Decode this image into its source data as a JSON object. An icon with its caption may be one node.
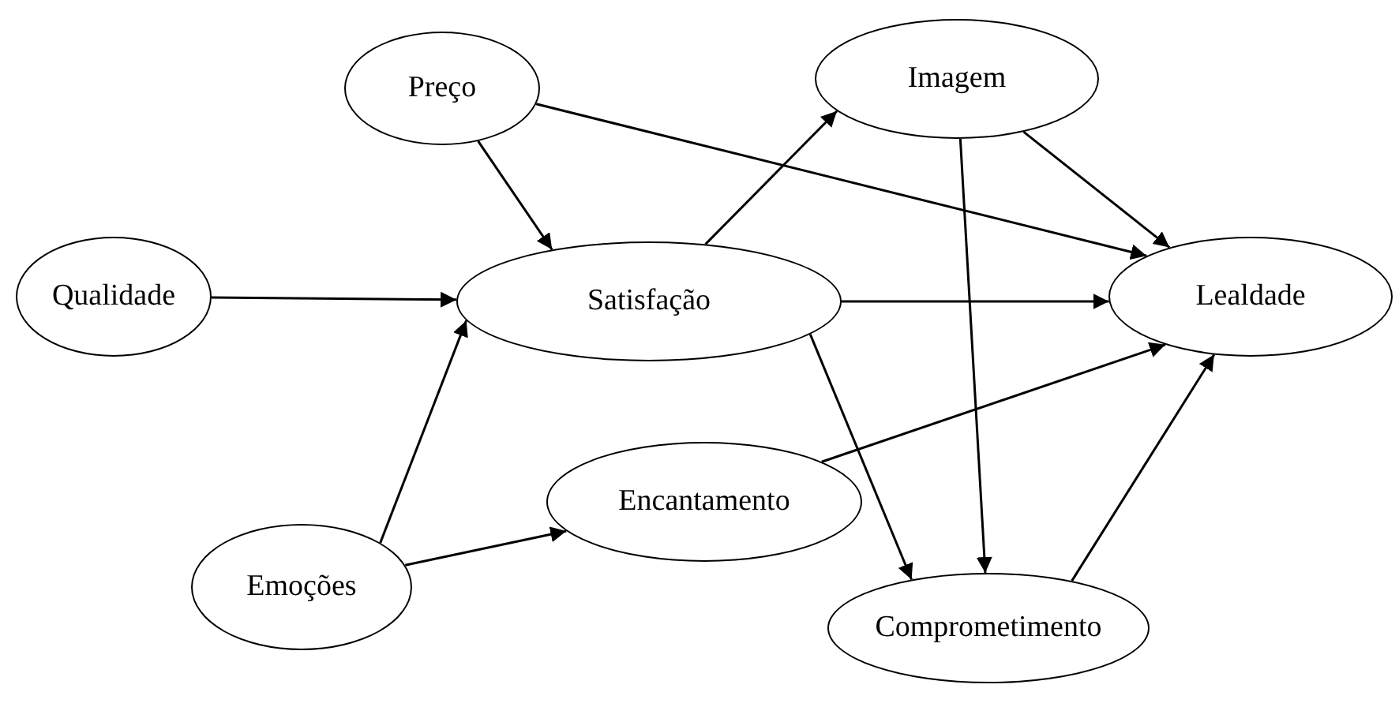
{
  "diagram": {
    "nodes": [
      {
        "text": [
          "Preço"
        ]
      },
      {
        "text": [
          "Imagem"
        ]
      },
      {
        "text": [
          "Qualidade"
        ]
      },
      {
        "text": [
          "Satisfação"
        ]
      },
      {
        "text": [
          "Lealdade"
        ]
      },
      {
        "text": [
          "Encantamento"
        ]
      },
      {
        "text": [
          "Emoções"
        ]
      },
      {
        "text": [
          "Comprometimento"
        ]
      }
    ],
    "edges": [
      {
        "from": 0,
        "to": 3,
        "arrow": "to"
      },
      {
        "from": 0,
        "to": 4,
        "arrow": "to"
      },
      {
        "from": 3,
        "to": 1,
        "arrow": "to"
      },
      {
        "from": 1,
        "to": 4,
        "arrow": "to"
      },
      {
        "from": 1,
        "to": 7,
        "arrow": "to"
      },
      {
        "from": 2,
        "to": 3,
        "arrow": "to"
      },
      {
        "from": 3,
        "to": 4,
        "arrow": "to"
      },
      {
        "from": 3,
        "to": 7,
        "arrow": "to"
      },
      {
        "from": 6,
        "to": 3,
        "arrow": "to"
      },
      {
        "from": 6,
        "to": 5,
        "arrow": "to"
      },
      {
        "from": 5,
        "to": 4,
        "arrow": "to"
      },
      {
        "from": 7,
        "to": 4,
        "arrow": "to"
      }
    ]
  }
}
